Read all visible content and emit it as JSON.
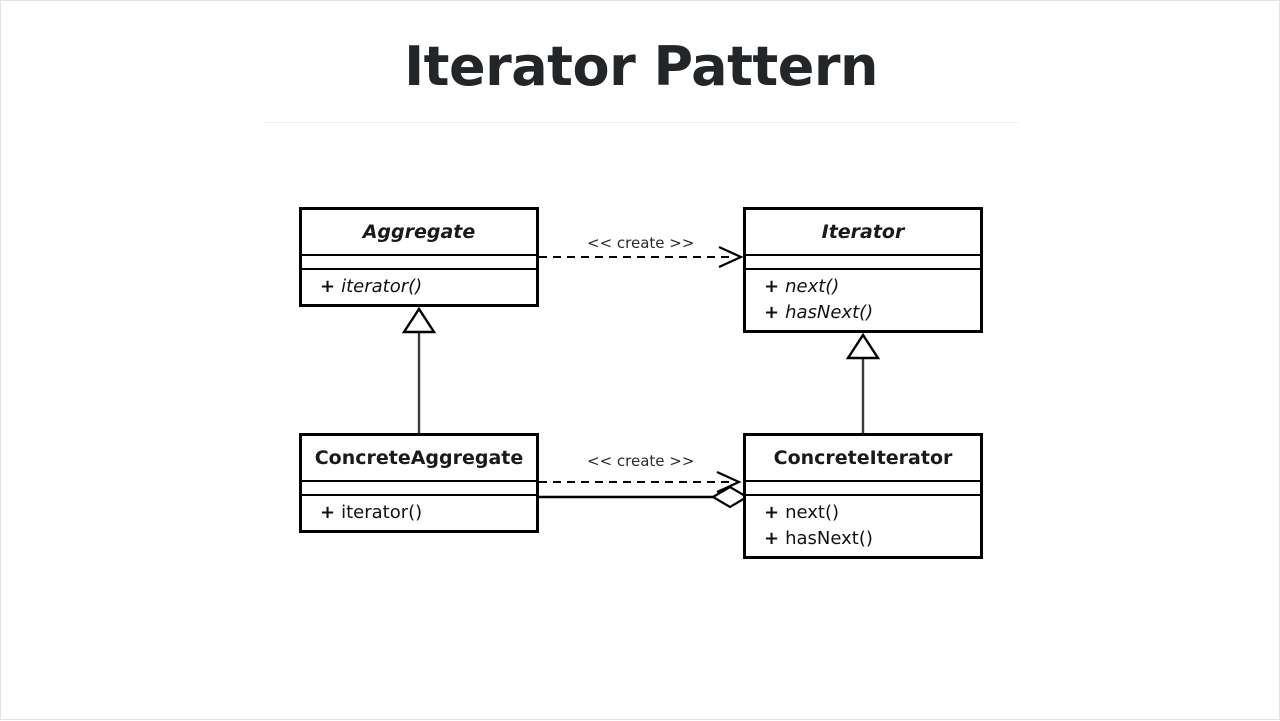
{
  "page": {
    "title": "Iterator Pattern",
    "background": "#ffffff",
    "border_color": "#e3e3e3",
    "rule_color": "#f0f0f0",
    "title_color": "#232629"
  },
  "diagram": {
    "type": "uml-class-diagram",
    "pattern": "Iterator Pattern",
    "line_color": "#000000",
    "classes": [
      {
        "id": "aggregate",
        "name": "Aggregate",
        "abstract": true,
        "attributes": [],
        "operations": [
          {
            "visibility": "+",
            "signature": "iterator()",
            "abstract": true
          }
        ]
      },
      {
        "id": "iterator",
        "name": "Iterator",
        "abstract": true,
        "attributes": [],
        "operations": [
          {
            "visibility": "+",
            "signature": "next()",
            "abstract": true
          },
          {
            "visibility": "+",
            "signature": "hasNext()",
            "abstract": true
          }
        ]
      },
      {
        "id": "concrete-aggregate",
        "name": "ConcreteAggregate",
        "abstract": false,
        "attributes": [],
        "operations": [
          {
            "visibility": "+",
            "signature": "iterator()",
            "abstract": false
          }
        ]
      },
      {
        "id": "concrete-iterator",
        "name": "ConcreteIterator",
        "abstract": false,
        "attributes": [],
        "operations": [
          {
            "visibility": "+",
            "signature": "next()",
            "abstract": false
          },
          {
            "visibility": "+",
            "signature": "hasNext()",
            "abstract": false
          }
        ]
      }
    ],
    "relations": [
      {
        "id": "create-top",
        "kind": "dependency",
        "style": "dashed",
        "arrow": "open",
        "from": "aggregate",
        "to": "iterator",
        "label": "<< create >>"
      },
      {
        "id": "create-bottom",
        "kind": "dependency",
        "style": "dashed",
        "arrow": "open",
        "from": "concrete-aggregate",
        "to": "concrete-iterator",
        "label": "<< create >>"
      },
      {
        "id": "gen-aggregate",
        "kind": "generalization",
        "style": "solid",
        "arrow": "hollow-triangle",
        "from": "concrete-aggregate",
        "to": "aggregate",
        "label": ""
      },
      {
        "id": "gen-iterator",
        "kind": "generalization",
        "style": "solid",
        "arrow": "hollow-triangle",
        "from": "concrete-iterator",
        "to": "iterator",
        "label": ""
      },
      {
        "id": "aggregation",
        "kind": "aggregation",
        "style": "solid",
        "arrow": "hollow-diamond",
        "from": "concrete-aggregate",
        "to": "concrete-iterator",
        "label": ""
      }
    ]
  }
}
